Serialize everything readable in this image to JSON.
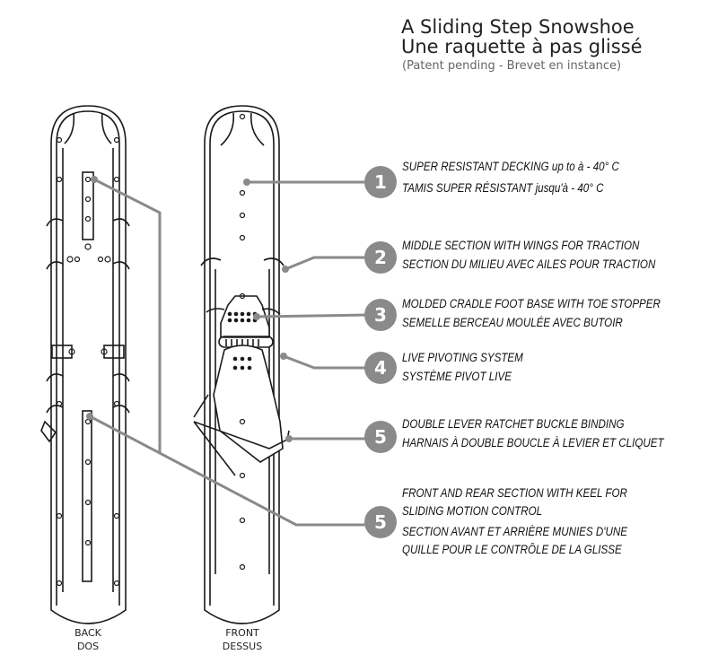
{
  "title": {
    "line1": "A Sliding Step Snowshoe",
    "line2": "Une raquette à pas glissé",
    "subtitle": "(Patent pending - Brevet en instance)"
  },
  "callouts": [
    {
      "number": "1",
      "en": "SUPER RESISTANT DECKING up to à - 40° C",
      "fr": "TAMIS SUPER RÉSISTANT jusqu'à - 40° C"
    },
    {
      "number": "2",
      "en": "MIDDLE SECTION WITH WINGS FOR TRACTION",
      "fr": "SECTION DU MILIEU AVEC AILES POUR TRACTION"
    },
    {
      "number": "3",
      "en": "MOLDED CRADLE FOOT BASE WITH TOE STOPPER",
      "fr": "SEMELLE BERCEAU MOULÉE AVEC BUTOIR"
    },
    {
      "number": "4",
      "en": "LIVE PIVOTING SYSTEM",
      "fr": "SYSTÈME PIVOT LIVE"
    },
    {
      "number": "5",
      "en": "DOUBLE LEVER RATCHET BUCKLE BINDING",
      "fr": "HARNAIS À DOUBLE BOUCLE À LEVIER ET CLIQUET"
    },
    {
      "number": "5",
      "en1": "FRONT AND REAR SECTION WITH KEEL FOR",
      "en2": "SLIDING MOTION CONTROL",
      "fr1": "SECTION AVANT ET ARRIÈRE MUNIES D'UNE",
      "fr2": "QUILLE POUR LE CONTRÔLE DE LA GLISSE"
    }
  ],
  "views": {
    "back_en": "BACK",
    "back_fr": "DOS",
    "front_en": "FRONT",
    "front_fr": "DESSUS"
  },
  "colors": {
    "leader": "#8a8a8a",
    "outline": "#1a1a1a"
  }
}
